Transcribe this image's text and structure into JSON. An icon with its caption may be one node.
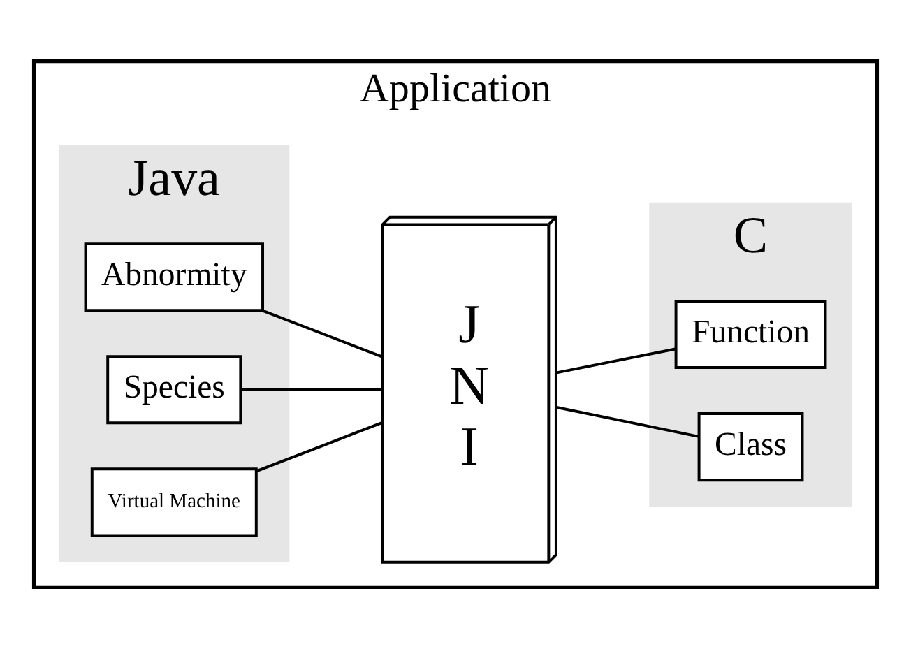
{
  "diagram": {
    "nodes": [
      {
        "text": [
          "Application"
        ]
      },
      {
        "text": [
          "Java"
        ],
        "in": 0
      },
      {
        "text": [
          "Abnormity"
        ],
        "in": 1
      },
      {
        "text": [
          "Species"
        ],
        "in": 1
      },
      {
        "text": [
          "Virtual Machine"
        ],
        "in": 1
      },
      {
        "text": [
          "J N I"
        ],
        "in": 0
      },
      {
        "text": [
          "C"
        ],
        "in": 0
      },
      {
        "text": [
          "Function"
        ],
        "in": 6
      },
      {
        "text": [
          "Class"
        ],
        "in": 6
      }
    ],
    "edges": [
      {
        "from": 2,
        "to": 5,
        "arrow": "none"
      },
      {
        "from": 3,
        "to": 5,
        "arrow": "none"
      },
      {
        "from": 4,
        "to": 5,
        "arrow": "none"
      },
      {
        "from": 5,
        "to": 7,
        "arrow": "none"
      },
      {
        "from": 5,
        "to": 8,
        "arrow": "none"
      }
    ]
  }
}
